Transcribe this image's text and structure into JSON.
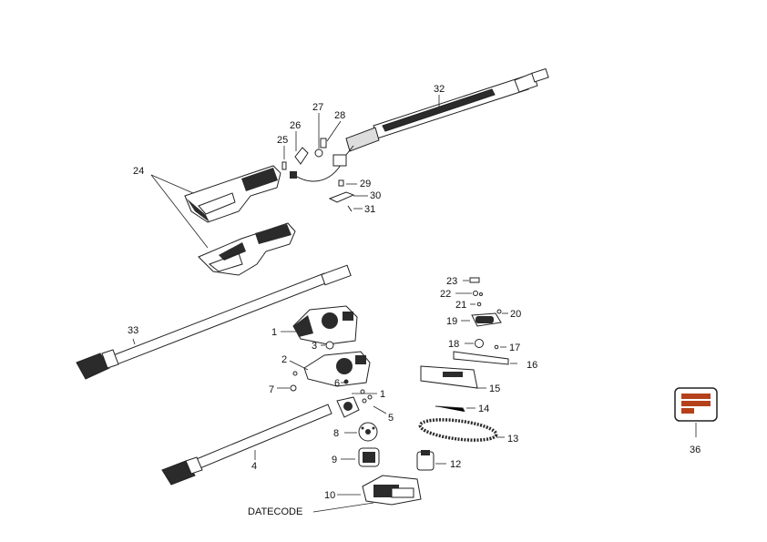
{
  "title": "",
  "callouts": {
    "c1": "1",
    "c1b": "1",
    "c2": "2",
    "c3": "3",
    "c4": "4",
    "c5": "5",
    "c6": "6",
    "c7": "7",
    "c8": "8",
    "c9": "9",
    "c10": "10",
    "c12": "12",
    "c13": "13",
    "c14": "14",
    "c15": "15",
    "c16": "16",
    "c17": "17",
    "c18": "18",
    "c19": "19",
    "c20": "20",
    "c21": "21",
    "c22": "22",
    "c23": "23",
    "c24": "24",
    "c25": "25",
    "c26": "26",
    "c27": "27",
    "c28": "28",
    "c29": "29",
    "c30": "30",
    "c31": "31",
    "c32": "32",
    "c33": "33",
    "c36": "36",
    "datecode": "DATECODE"
  },
  "colors": {
    "line": "#222222",
    "part_fill": "#ffffff",
    "shade": "#2b2b2b",
    "accent": "#b5411c"
  },
  "icons": {
    "battery_part": "battery-indicator-icon"
  }
}
